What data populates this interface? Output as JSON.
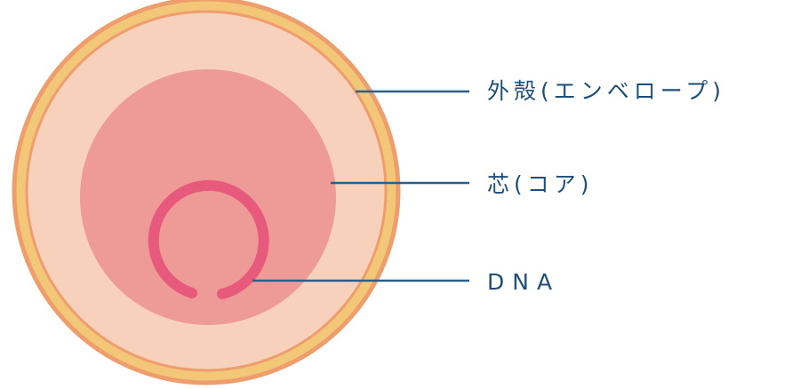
{
  "labels": {
    "envelope": "外殻(エンベロープ)",
    "core": "芯(コア)",
    "dna": "DNA"
  },
  "colors": {
    "outer_ring": "#f2c878",
    "outer_ring_stroke": "#ef9d6c",
    "envelope_fill": "#f8d1bd",
    "core_fill": "#ee9b98",
    "dna_ring": "#e75a7c",
    "leader_line": "#2a5f8c",
    "label_text": "#1e4f7a"
  }
}
